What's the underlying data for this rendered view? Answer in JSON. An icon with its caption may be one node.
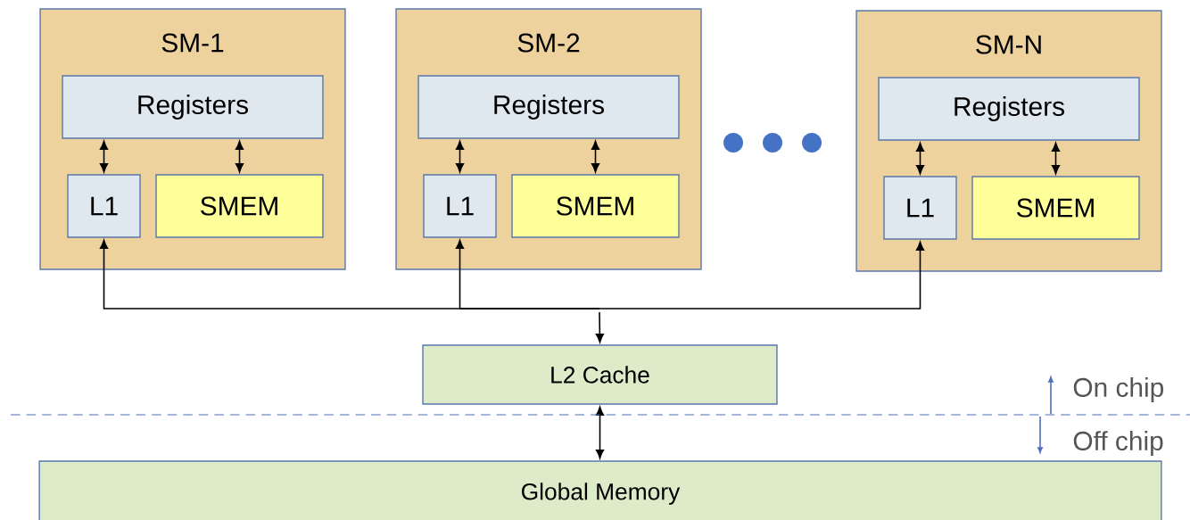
{
  "diagram": {
    "nodes": [
      {
        "text": [
          "SM-1"
        ]
      },
      {
        "text": [
          "Registers"
        ],
        "in": 0
      },
      {
        "text": [
          "L1"
        ],
        "in": 0
      },
      {
        "text": [
          "SMEM"
        ],
        "in": 0
      },
      {
        "text": [
          "SM-2"
        ]
      },
      {
        "text": [
          "Registers"
        ],
        "in": 4
      },
      {
        "text": [
          "L1"
        ],
        "in": 4
      },
      {
        "text": [
          "SMEM"
        ],
        "in": 4
      },
      {
        "text": [
          "SM-N"
        ]
      },
      {
        "text": [
          "Registers"
        ],
        "in": 8
      },
      {
        "text": [
          "L1"
        ],
        "in": 8
      },
      {
        "text": [
          "SMEM"
        ],
        "in": 8
      },
      {
        "text": [
          "L2 Cache"
        ]
      },
      {
        "text": [
          "Global Memory"
        ]
      }
    ],
    "edges": [
      {
        "from": 1,
        "to": 2,
        "arrow": "both"
      },
      {
        "from": 1,
        "to": 3,
        "arrow": "both"
      },
      {
        "from": 5,
        "to": 6,
        "arrow": "both"
      },
      {
        "from": 5,
        "to": 7,
        "arrow": "both"
      },
      {
        "from": 9,
        "to": 10,
        "arrow": "both"
      },
      {
        "from": 9,
        "to": 11,
        "arrow": "both"
      },
      {
        "from": 2,
        "to": 12,
        "arrow": "both"
      },
      {
        "from": 6,
        "to": 12,
        "arrow": "both"
      },
      {
        "from": 10,
        "to": 12,
        "arrow": "both"
      },
      {
        "from": 12,
        "to": 13,
        "arrow": "both"
      }
    ],
    "labels": [
      "On chip",
      "Off chip"
    ]
  }
}
